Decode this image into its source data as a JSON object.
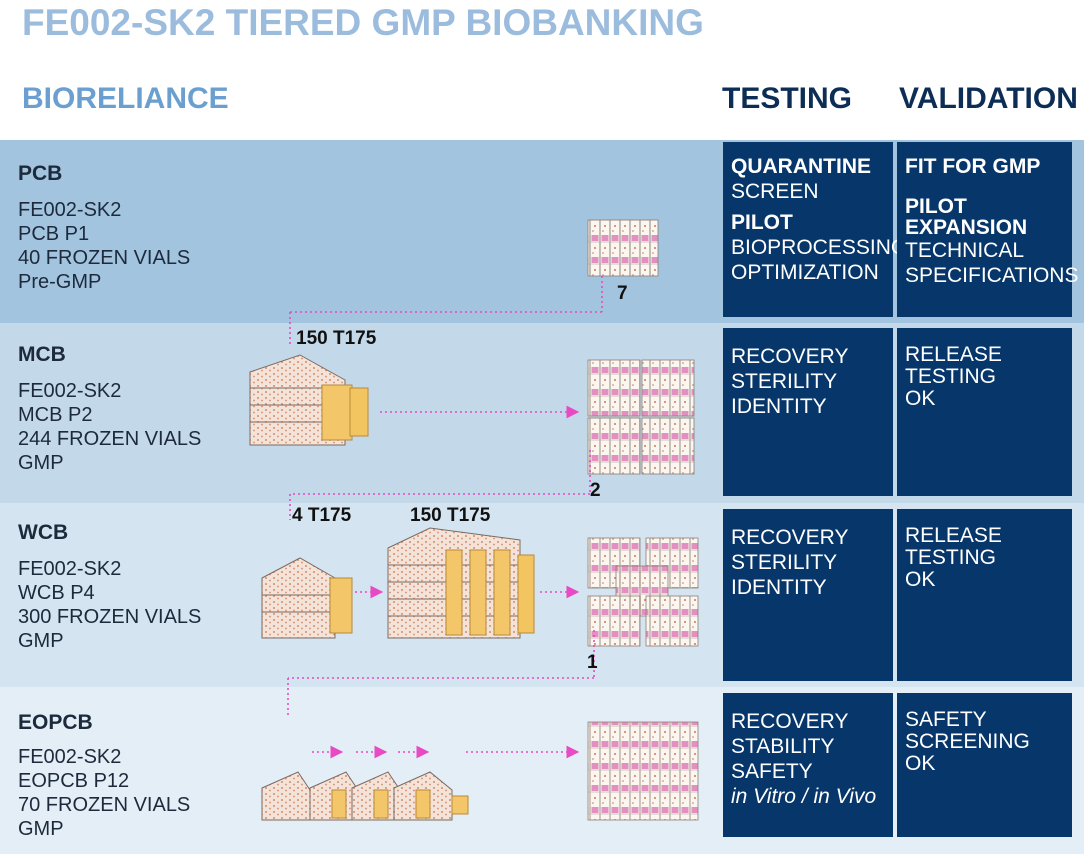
{
  "title": "FE002-SK2 TIERED GMP BIOBANKING",
  "headers": {
    "bioreliance": "BIORELIANCE",
    "testing": "TESTING",
    "validation": "VALIDATION"
  },
  "tiers": [
    {
      "label": "PCB",
      "lines": [
        "FE002-SK2",
        "PCB P1",
        "40 FROZEN VIALS",
        "Pre-GMP"
      ],
      "testing": [
        {
          "t": "QUARANTINE",
          "b": true
        },
        {
          "t": "SCREEN"
        },
        {
          "t": "PILOT",
          "b": true
        },
        {
          "t": "BIOPROCESSING"
        },
        {
          "t": "OPTIMIZATION"
        }
      ],
      "validation": [
        {
          "t": "FIT FOR GMP",
          "b": true
        },
        {
          "t": "PILOT",
          "b": true
        },
        {
          "t": "EXPANSION",
          "b": true
        },
        {
          "t": "TECHNICAL"
        },
        {
          "t": "SPECIFICATIONS"
        }
      ]
    },
    {
      "label": "MCB",
      "lines": [
        "FE002-SK2",
        "MCB P2",
        "244 FROZEN VIALS",
        "GMP"
      ],
      "testing": [
        {
          "t": "RECOVERY"
        },
        {
          "t": "STERILITY"
        },
        {
          "t": "IDENTITY"
        }
      ],
      "validation": [
        {
          "t": "RELEASE"
        },
        {
          "t": "TESTING"
        },
        {
          "t": "OK"
        }
      ]
    },
    {
      "label": "WCB",
      "lines": [
        "FE002-SK2",
        "WCB P4",
        "300  FROZEN VIALS",
        "GMP"
      ],
      "testing": [
        {
          "t": "RECOVERY"
        },
        {
          "t": "STERILITY"
        },
        {
          "t": "IDENTITY"
        }
      ],
      "validation": [
        {
          "t": "RELEASE"
        },
        {
          "t": "TESTING"
        },
        {
          "t": "OK"
        }
      ]
    },
    {
      "label": "EOPCB",
      "lines": [
        "FE002-SK2",
        "EOPCB P12",
        "70 FROZEN VIALS",
        "GMP"
      ],
      "testing": [
        {
          "t": "RECOVERY"
        },
        {
          "t": "STABILITY"
        },
        {
          "t": "SAFETY"
        },
        {
          "t": "in Vitro / in Vivo",
          "i": true
        }
      ],
      "validation": [
        {
          "t": "SAFETY"
        },
        {
          "t": "SCREENING"
        },
        {
          "t": "OK"
        }
      ]
    }
  ],
  "flow_labels": {
    "pcb_vials": "7",
    "mcb_flasks": "150 T175",
    "mcb_vials": "2",
    "wcb_seed_flasks": "4 T175",
    "wcb_flasks": "150 T175",
    "wcb_vials": "1"
  },
  "colors": {
    "title": "#9bbcdc",
    "bioreliance": "#6a9fd0",
    "header_dark": "#0c2d55",
    "box": "#07376a",
    "band_pcb": "#a3c4df",
    "band_mcb": "#c3d8e9",
    "band_wcb": "#d5e4f1",
    "band_eopcb": "#e4eef7",
    "arrow": "#e84ac4"
  }
}
